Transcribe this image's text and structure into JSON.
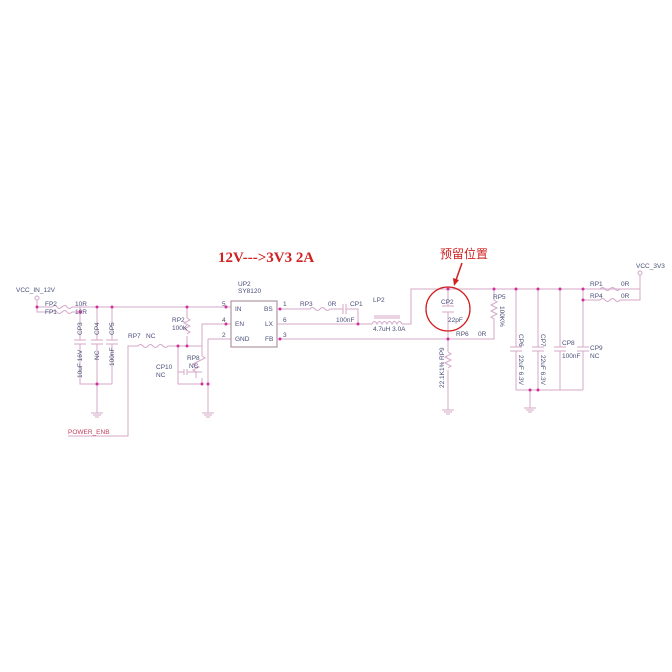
{
  "title": "12V--->3V3 2A",
  "annotation": "预留位置",
  "colors": {
    "wire": "#d4a8c8",
    "junction": "#d0309a",
    "text": "#4a4f78",
    "annotation": "#d02020"
  },
  "nets": {
    "vin": "VCC_IN_12V",
    "vout": "VCC_3V3",
    "enable": "POWER_ENB"
  },
  "ic": {
    "ref": "UP2",
    "part": "SY8120",
    "pins": {
      "in": "IN",
      "en": "EN",
      "gnd": "GND",
      "bs": "BS",
      "lx": "LX",
      "fb": "FB"
    },
    "pin_numbers": {
      "in": "5",
      "en": "4",
      "gnd": "2",
      "bs": "1",
      "lx": "6",
      "fb": "3"
    }
  },
  "components": {
    "fp2": {
      "ref": "FP2",
      "value": "10R"
    },
    "fp1": {
      "ref": "FP1",
      "value": "10R"
    },
    "cp3": {
      "ref": "CP3",
      "value": "10uF 16V"
    },
    "cp4": {
      "ref": "CP4",
      "value": "NC"
    },
    "cp5": {
      "ref": "CP5",
      "value": "100nF"
    },
    "rp7": {
      "ref": "RP7",
      "value": "NC"
    },
    "rp2": {
      "ref": "RP2",
      "value": "100K"
    },
    "rp8": {
      "ref": "RP8",
      "value": "NC"
    },
    "cp10": {
      "ref": "CP10",
      "value": "NC"
    },
    "rp3": {
      "ref": "RP3",
      "value": "0R"
    },
    "cp1": {
      "ref": "CP1",
      "value": "100nF"
    },
    "lp2": {
      "ref": "LP2",
      "value": "4.7uH  3.0A"
    },
    "cp2": {
      "ref": "CP2",
      "value": "22pF"
    },
    "rp5": {
      "ref": "RP5",
      "value": "100K%"
    },
    "rp6": {
      "ref": "RP6",
      "value": "0R"
    },
    "rp9": {
      "ref": "RP9",
      "value": "22.1K1%"
    },
    "cp6": {
      "ref": "CP6",
      "value": "22uF 6.3V"
    },
    "cp7": {
      "ref": "CP7",
      "value": "22uF 6.3V"
    },
    "cp8": {
      "ref": "CP8",
      "value": "100nF"
    },
    "cp9": {
      "ref": "CP9",
      "value": "NC"
    },
    "rp1": {
      "ref": "RP1",
      "value": "0R"
    },
    "rp4": {
      "ref": "RP4",
      "value": "0R"
    }
  }
}
